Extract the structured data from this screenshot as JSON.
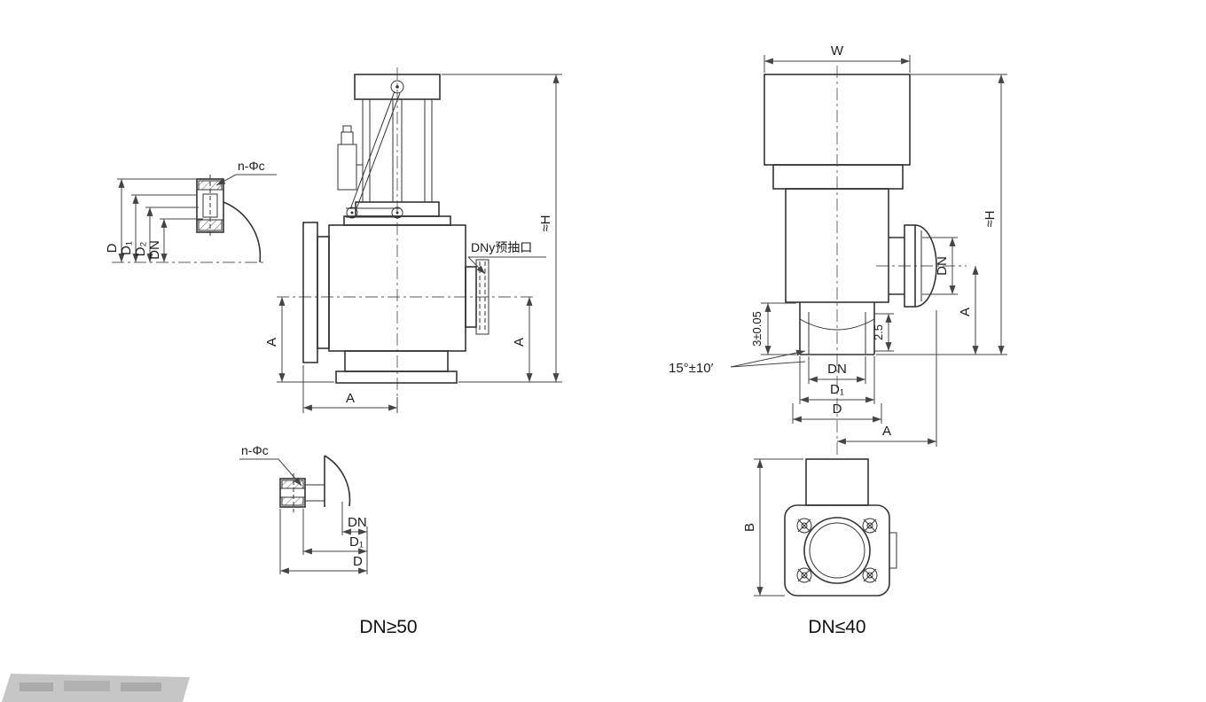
{
  "page": {
    "background": "#ffffff",
    "line_color": "#333333",
    "dim_color": "#444444"
  },
  "captions": {
    "left": "DN≥50",
    "right": "DN≤40"
  },
  "labels": {
    "n_phi_c": "n-Φc",
    "d": "D",
    "d1": "D₁",
    "d2": "D₂",
    "dn": "DN",
    "h": "≈H",
    "a": "A",
    "w": "W",
    "b": "B",
    "wall_3": "3±0.05",
    "lip_2_5": "2.5",
    "bevel": "15°±10′",
    "port": "DNy预抽口"
  }
}
